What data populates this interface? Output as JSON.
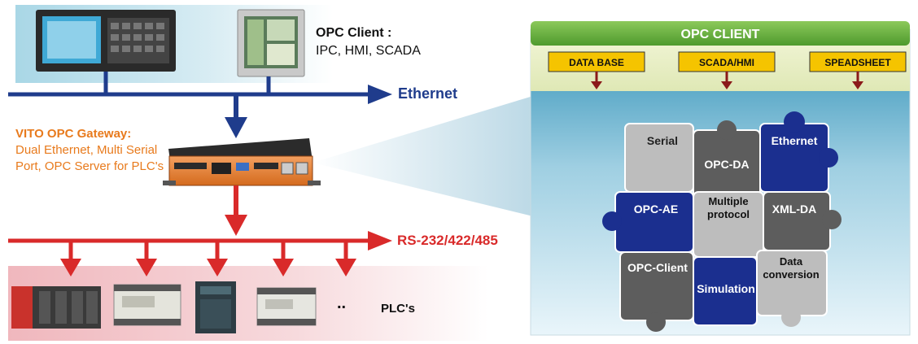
{
  "left": {
    "opc_client_title": "OPC Client :",
    "opc_client_desc": "IPC, HMI, SCADA",
    "ethernet_label": "Ethernet",
    "gateway_title": "VITO OPC Gateway:",
    "gateway_desc": "Dual Ethernet, Multi Serial Port, OPC Server for PLC's",
    "serial_label": "RS-232/422/485",
    "ellipsis": "..",
    "plc_label": "PLC's"
  },
  "right": {
    "header": "OPC CLIENT",
    "tags": [
      "DATA BASE",
      "SCADA/HMI",
      "SPEADSHEET"
    ],
    "puzzle": {
      "serial": "Serial",
      "opc_da": "OPC-DA",
      "ethernet": "Ethernet",
      "opc_ae": "OPC-AE",
      "multiple_1": "Multiple",
      "multiple_2": "protocol",
      "xml_da": "XML-DA",
      "opc_client": "OPC-Client",
      "data_1": "Data",
      "data_2": "conversion",
      "simulation": "Simulation"
    }
  },
  "colors": {
    "ethernet_blue": "#1f3c8c",
    "serial_red": "#d92a2a",
    "gateway_orange": "#e87a1c",
    "header_green": "#5fa83a",
    "tag_yellow": "#f5c400",
    "puzzle_blue": "#1b2f8f",
    "puzzle_gray": "#bdbdbd",
    "puzzle_dark": "#5d5d5d"
  }
}
